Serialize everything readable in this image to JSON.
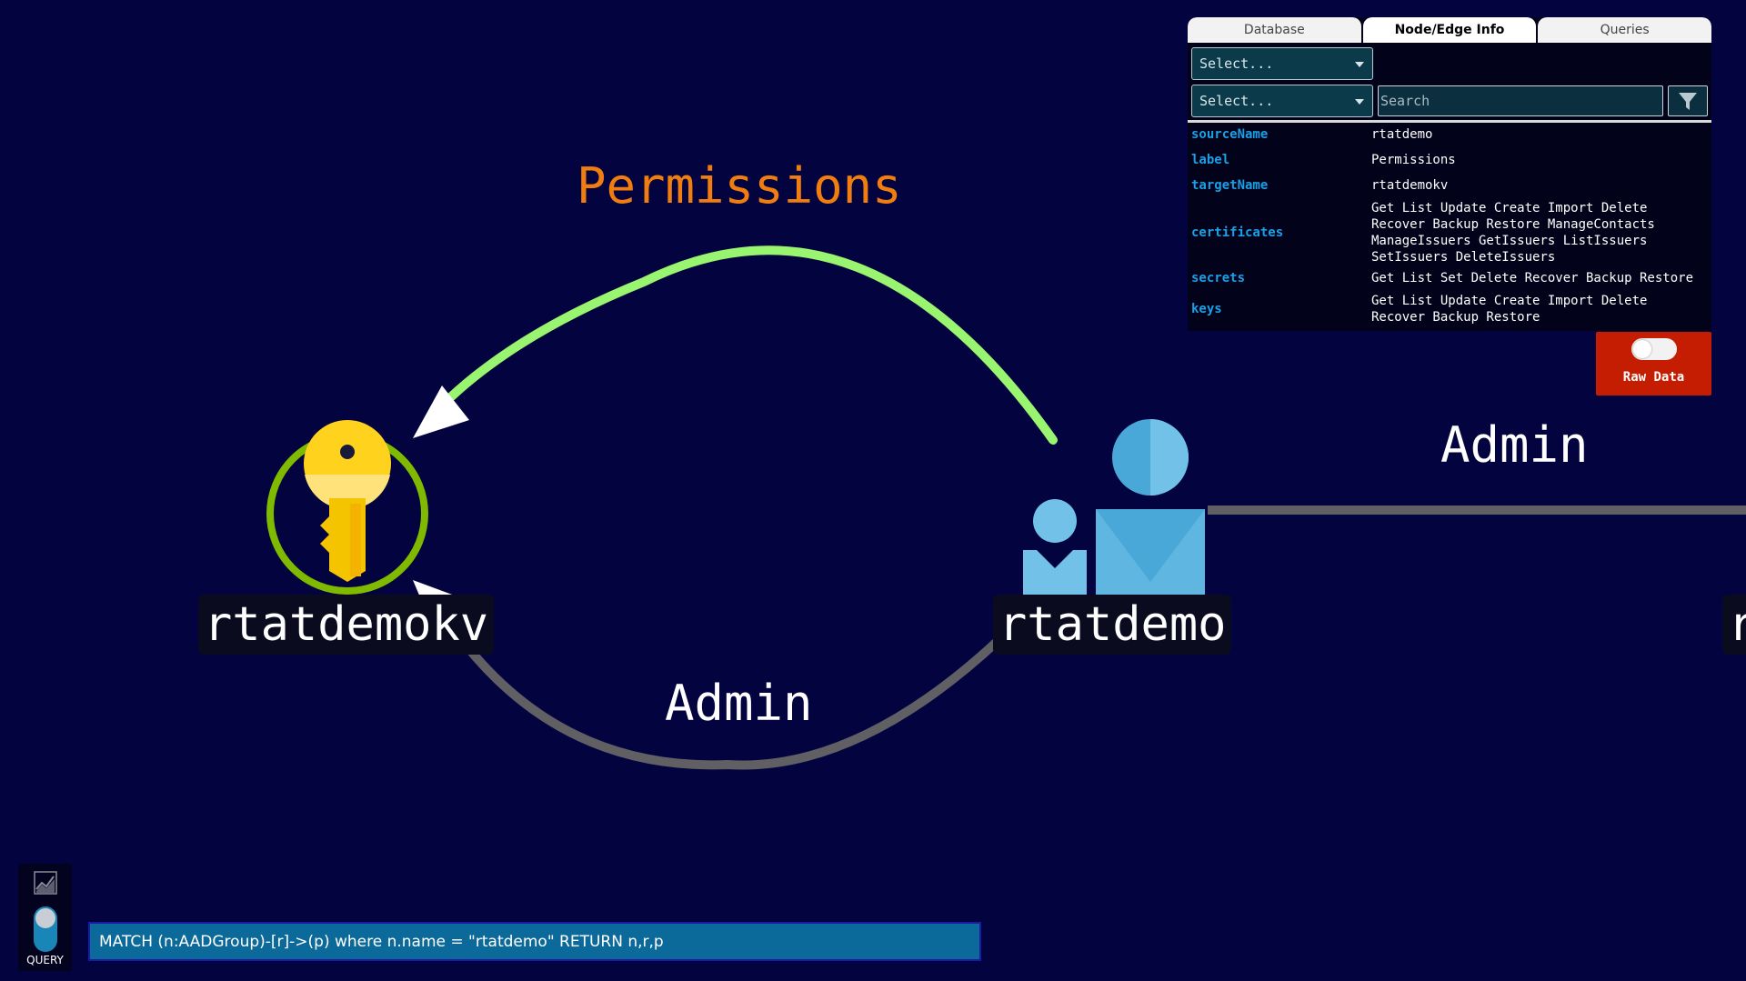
{
  "graph": {
    "edges": [
      {
        "label": "Permissions",
        "color": "#f07d10",
        "line_color": "#99f56f"
      },
      {
        "label": "Admin",
        "color": "#ffffff",
        "line_color": "#5f5f64"
      },
      {
        "label": "Admin",
        "color": "#ffffff",
        "line_color": "#5f5f64"
      }
    ],
    "nodes": [
      {
        "label": "rtatdemokv",
        "icon": "key-vault-icon"
      },
      {
        "label": "rtatdemo",
        "icon": "user-group-icon"
      },
      {
        "label": "r",
        "icon": ""
      }
    ]
  },
  "info_panel": {
    "tabs": [
      {
        "label": "Database",
        "active": false
      },
      {
        "label": "Node/Edge Info",
        "active": true
      },
      {
        "label": "Queries",
        "active": false
      }
    ],
    "select_1": "Select...",
    "select_2": "Select...",
    "search_placeholder": "Search",
    "properties": [
      {
        "key": "sourceName",
        "value": "rtatdemo"
      },
      {
        "key": "label",
        "value": "Permissions"
      },
      {
        "key": "targetName",
        "value": "rtatdemokv"
      },
      {
        "key": "certificates",
        "value": "Get List Update Create Import Delete\nRecover Backup Restore ManageContacts\nManageIssuers GetIssuers ListIssuers\nSetIssuers DeleteIssuers"
      },
      {
        "key": "secrets",
        "value": "Get List Set Delete Recover Backup Restore"
      },
      {
        "key": "keys",
        "value": "Get List Update Create Import Delete\nRecover Backup Restore"
      }
    ],
    "key_color": "#1aa0e6"
  },
  "raw_data": {
    "label": "Raw Data",
    "enabled": false,
    "color": "#c41d02"
  },
  "side_controls": {
    "chart_icon": "chart-icon",
    "query_label": "QUERY"
  },
  "query": {
    "value": "MATCH (n:AADGroup)-[r]->(p) where n.name = \"rtatdemo\" RETURN n,r,p"
  }
}
